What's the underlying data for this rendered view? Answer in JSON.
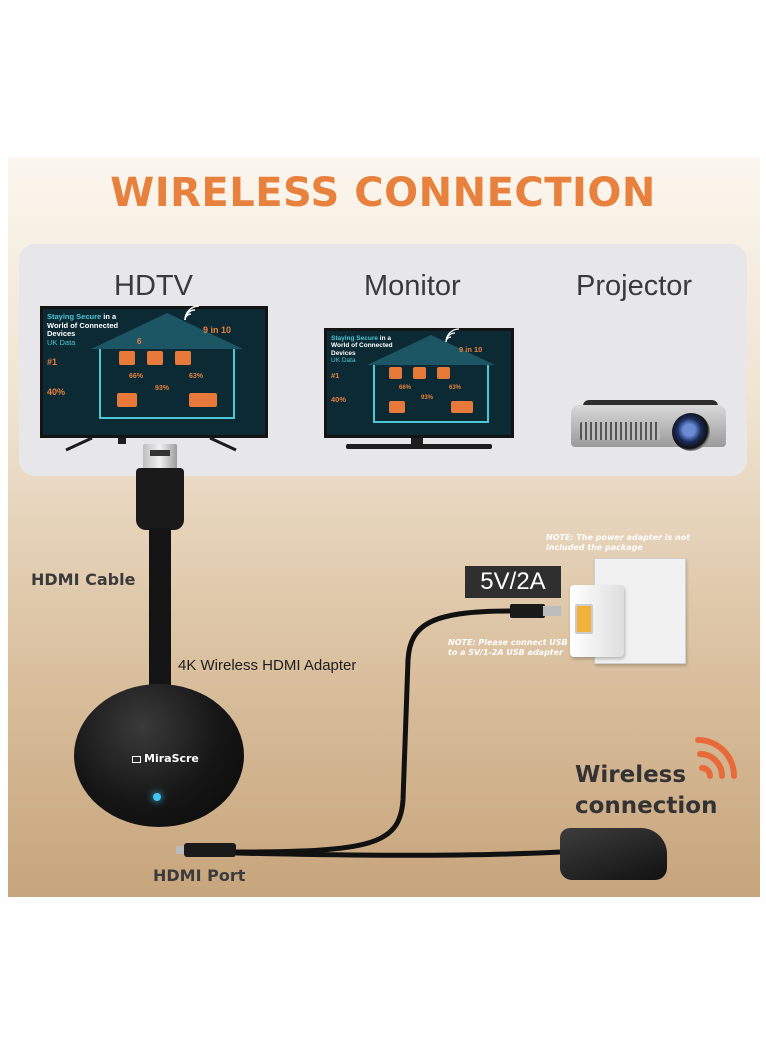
{
  "headline": "WIRELESS CONNECTION",
  "devices": {
    "hdtv": "HDTV",
    "monitor": "Monitor",
    "projector": "Projector"
  },
  "screen": {
    "title_line1_hl": "Staying Secure",
    "title_line1_rest": " in a",
    "title_line2": "World of Connected",
    "title_line3": "Devices",
    "subtitle": "UK Data",
    "stat_9in10": "9 in 10",
    "stat_1": "#1",
    "stat_40": "40%",
    "stat_66": "66%",
    "stat_63": "63%",
    "stat_93": "93%",
    "stat_6": "6"
  },
  "labels": {
    "hdmi_cable": "HDMI Cable",
    "adapter": "4K Wireless HDMI Adapter",
    "hub_logo": "MiraScre",
    "hdmi_port": "HDMI Port",
    "voltage": "5V/2A",
    "note_adapter": "NOTE: The power adapter is not included the package",
    "note_usb": "NOTE: Please connect USB to a 5V/1-2A USB adapter",
    "wireless_line1": "Wireless",
    "wireless_line2": "connection"
  },
  "colors": {
    "accent_orange": "#e8813e",
    "screen_bg": "#0c2a34",
    "screen_teal": "#4ec6d6",
    "led_blue": "#43c6f3"
  },
  "icons": {
    "wifi_signal": "wifi-icon",
    "wireless_waves": "wireless-waves-icon"
  }
}
